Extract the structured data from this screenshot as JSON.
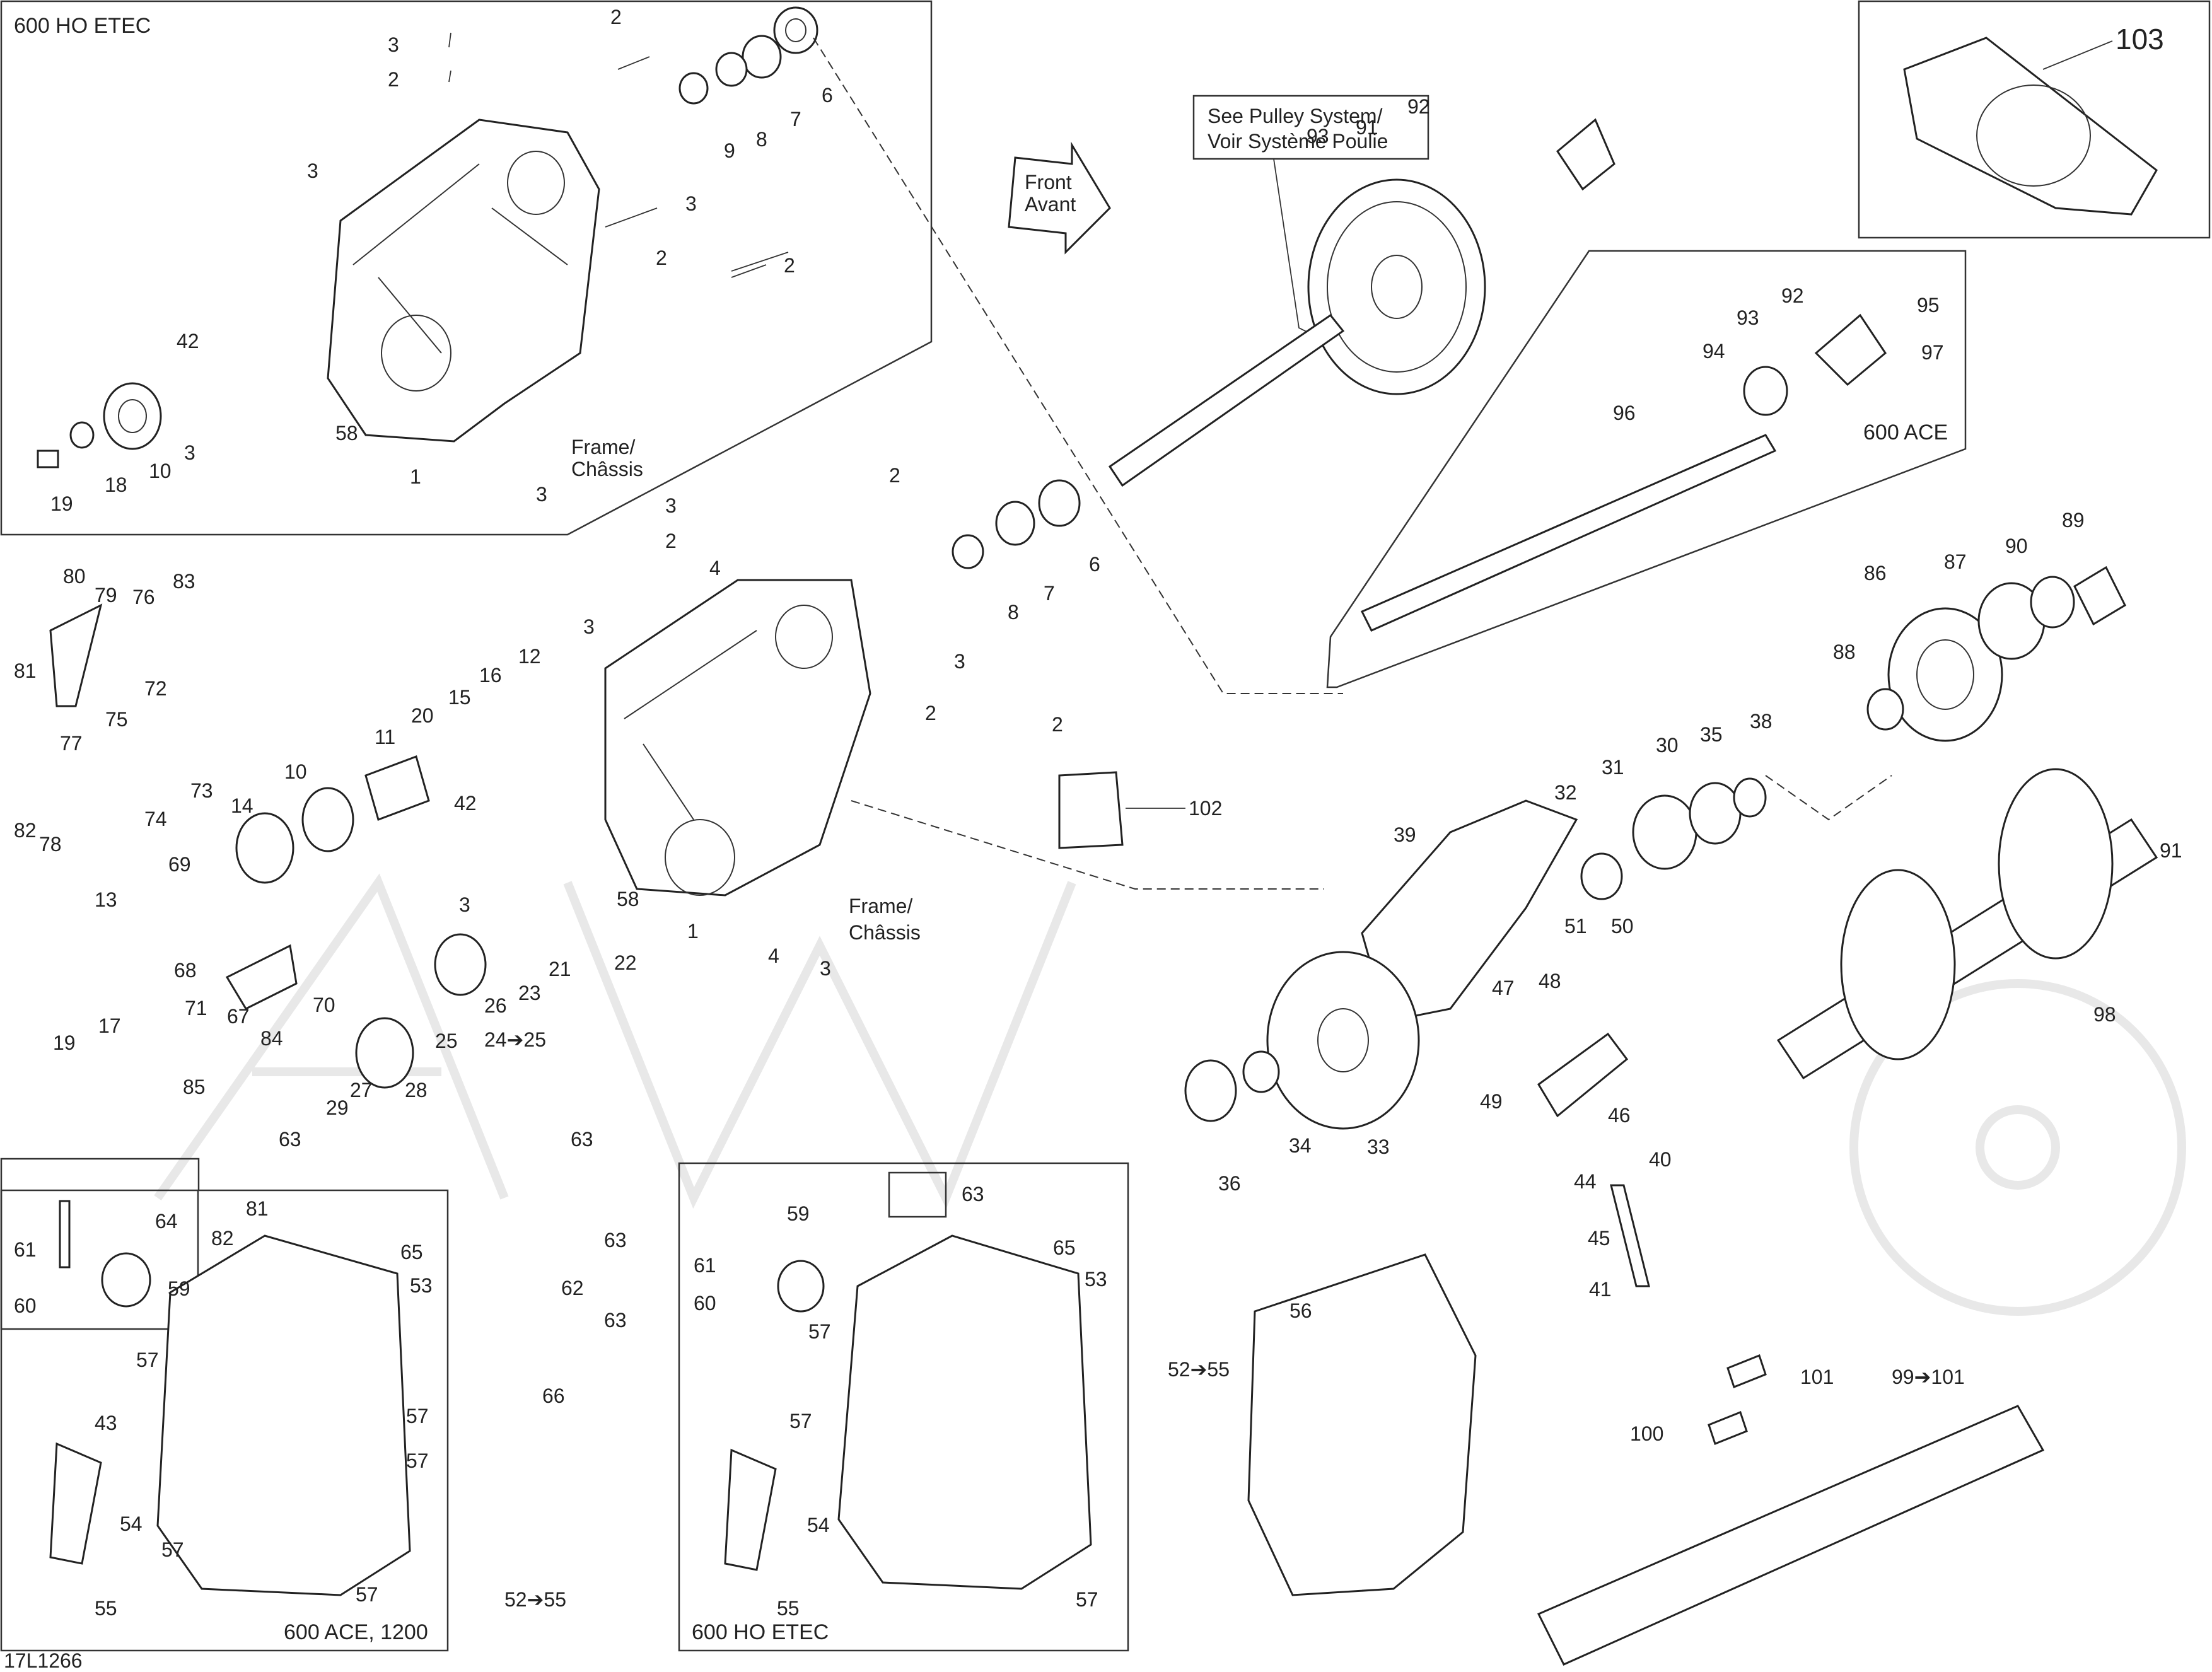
{
  "diagram": {
    "code": "17L1266",
    "watermark": "A-W",
    "boxes": {
      "top_left": "600 HO ETEC",
      "top_right_ace": "600 ACE",
      "bottom_left": "600 ACE, 1200",
      "bottom_mid": "600 HO ETEC"
    },
    "notes": {
      "pulley_line1": "See Pulley System/",
      "pulley_line2": "Voir Système Poulie",
      "front_line1": "Front",
      "front_line2": "Avant",
      "frame1_line1": "Frame/",
      "frame1_line2": "Châssis",
      "frame2_line1": "Frame/",
      "frame2_line2": "Châssis"
    },
    "callouts": {
      "c103": "103",
      "c102": "102",
      "c52a": "52➔55",
      "c52b": "52➔55",
      "c24": "24➔25",
      "c99": "99➔101",
      "c91": "91",
      "c91b": "91",
      "c58a": "58",
      "c58b": "58",
      "c81a": "81",
      "c81b": "81",
      "c73": "73",
      "c71": "71",
      "c65a": "65",
      "c65b": "65",
      "c55a": "55",
      "c55b": "55",
      "c45": "45",
      "c38": "38"
    },
    "numbers": [
      "1",
      "2",
      "3",
      "4",
      "6",
      "7",
      "8",
      "9",
      "10",
      "11",
      "12",
      "13",
      "14",
      "15",
      "16",
      "17",
      "18",
      "19",
      "20",
      "21",
      "22",
      "23",
      "25",
      "26",
      "27",
      "28",
      "29",
      "30",
      "31",
      "32",
      "33",
      "34",
      "35",
      "36",
      "39",
      "40",
      "41",
      "42",
      "43",
      "44",
      "46",
      "47",
      "48",
      "49",
      "50",
      "51",
      "53",
      "54",
      "56",
      "57",
      "59",
      "60",
      "61",
      "62",
      "63",
      "64",
      "66",
      "67",
      "68",
      "69",
      "70",
      "72",
      "74",
      "75",
      "76",
      "77",
      "78",
      "79",
      "80",
      "82",
      "83",
      "84",
      "85",
      "86",
      "87",
      "88",
      "89",
      "90",
      "92",
      "93",
      "94",
      "95",
      "96",
      "97",
      "98",
      "100",
      "101"
    ]
  },
  "colors": {
    "line": "#222222",
    "watermark": "#e8e8e8"
  }
}
